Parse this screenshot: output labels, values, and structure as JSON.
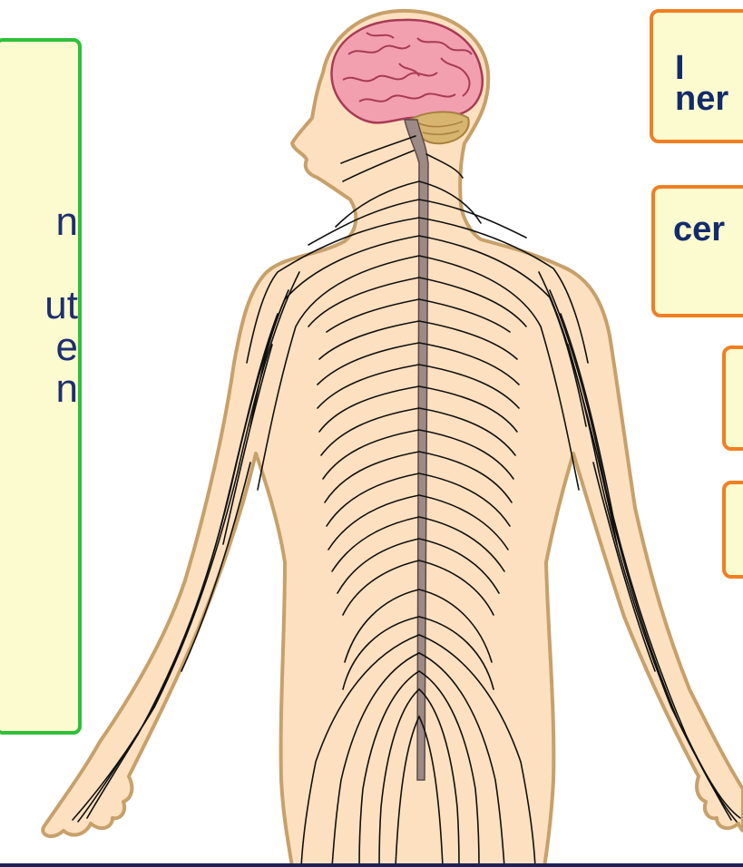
{
  "info_box": {
    "text": "n\n\nut\ne\nn"
  },
  "labels": [
    {
      "text": "I\nner"
    },
    {
      "text": "cer"
    },
    {
      "text": ""
    },
    {
      "text": ""
    }
  ],
  "colors": {
    "skin": "#fde0bf",
    "outline": "#c7a06a",
    "nerve": "#101010",
    "spinal_cord": "#9d8a86",
    "brain": "#f2a0b0",
    "cerebellum": "#d7b56e",
    "card_fill": "#fbfbcf",
    "info_border": "#2fbf3a",
    "card_border": "#f07f22",
    "text": "#142b6a"
  }
}
